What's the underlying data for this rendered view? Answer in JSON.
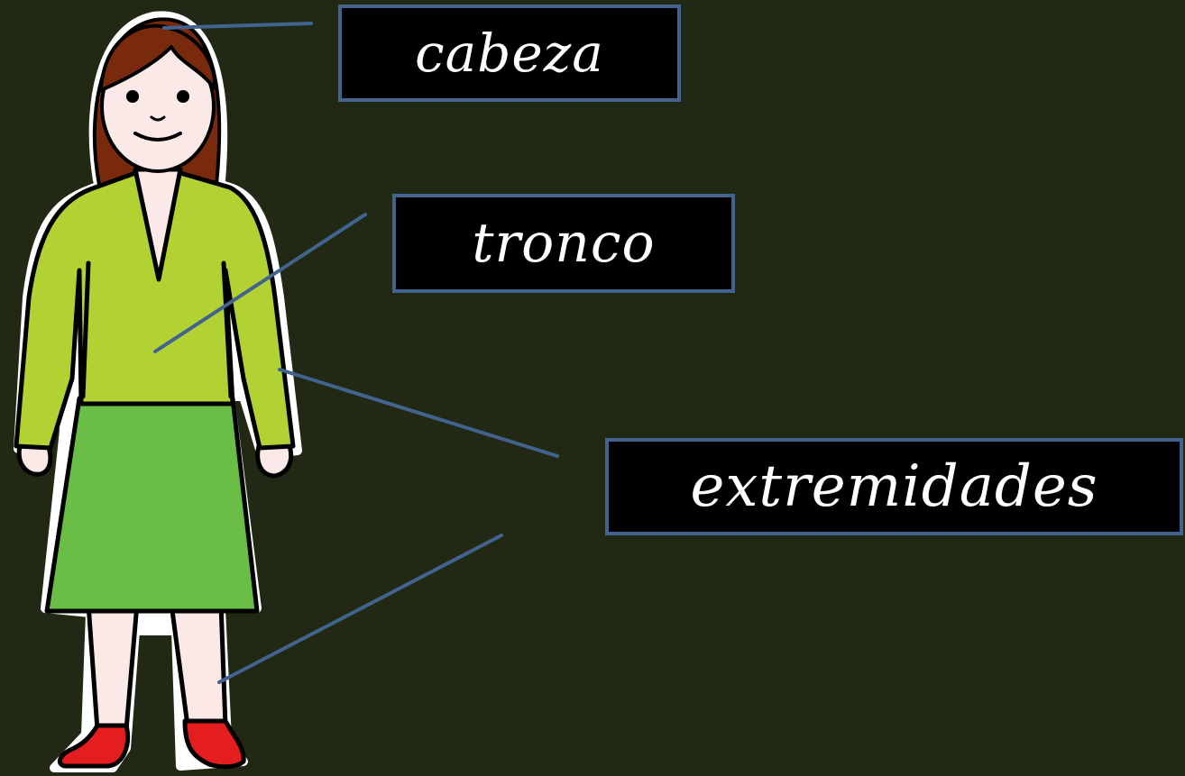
{
  "labels": {
    "head": "cabeza",
    "trunk": "tronco",
    "limbs": "extremidades"
  },
  "figure": {
    "subject": "woman",
    "colors": {
      "background": "#212813",
      "hair": "#7a2a0c",
      "skin": "#fbe9e7",
      "shirt": "#b2d234",
      "skirt": "#6bbe45",
      "shoes": "#e41e1e",
      "leader_lines": "#41638e",
      "label_border": "#41638e",
      "label_fill": "#000000",
      "label_text": "#ffffff"
    }
  }
}
